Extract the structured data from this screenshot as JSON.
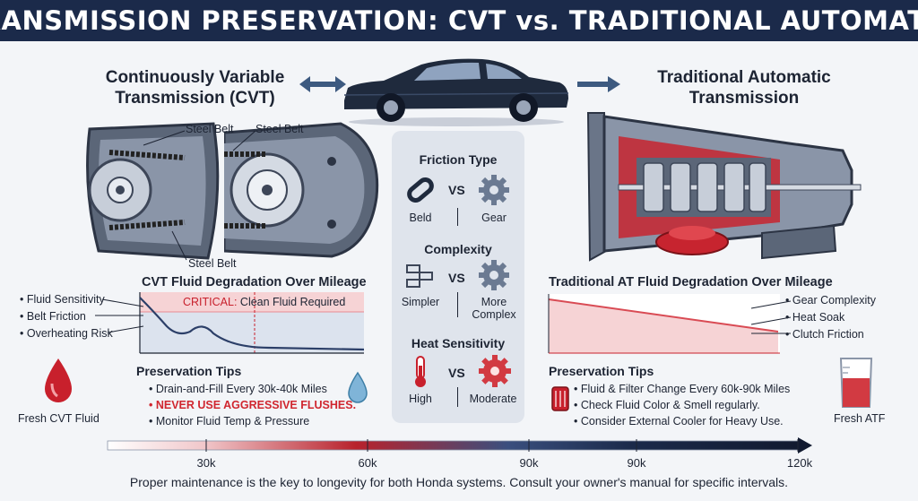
{
  "header": {
    "title": "TRANSMISSION PRESERVATION: CVT vs. TRADITIONAL AUTOMATIC"
  },
  "cvt": {
    "title_line1": "Continuously Variable",
    "title_line2": "Transmission (CVT)",
    "labels": {
      "belt1": "Steel Belt",
      "belt2": "Steel Belt",
      "belt3": "Steel Belt"
    },
    "chart": {
      "title": "CVT Fluid Degradation Over Mileage",
      "critical_prefix": "CRITICAL:",
      "critical_text": " Clean Fluid Required",
      "factors": [
        "Fluid Sensitivity",
        "Belt Friction",
        "Overheating Risk"
      ]
    },
    "tips": {
      "title": "Preservation Tips",
      "items": [
        "Drain-and-Fill Every 30k-40k Miles",
        "NEVER USE AGGRESSIVE FLUSHES.",
        "Monitor Fluid Temp & Pressure"
      ]
    },
    "fluid_label": "Fresh CVT Fluid"
  },
  "at": {
    "title_line1": "Traditional Automatic",
    "title_line2": "Transmission",
    "chart": {
      "title": "Traditional AT Fluid Degradation Over Mileage",
      "factors": [
        "Gear Complexity",
        "Heat Soak",
        "Clutch Friction"
      ]
    },
    "tips": {
      "title": "Preservation Tips",
      "items": [
        "Fluid & Filter Change Every 60k-90k Miles",
        "Check Fluid Color & Smell regularly.",
        "Consider External Cooler for Heavy Use."
      ]
    },
    "fluid_label": "Fresh ATF"
  },
  "compare": {
    "friction": {
      "title": "Friction Type",
      "vs": "VS",
      "left": "Beld",
      "right": "Gear"
    },
    "complexity": {
      "title": "Complexity",
      "vs": "VS",
      "left": "Simpler",
      "right_line1": "More",
      "right_line2": "Complex"
    },
    "heat": {
      "title": "Heat Sensitivity",
      "vs": "VS",
      "left": "High",
      "right": "Moderate"
    }
  },
  "mileage": {
    "ticks": [
      "30k",
      "60k",
      "90k",
      "90k",
      "120k"
    ]
  },
  "footer": {
    "text": "Proper maintenance is the key to longevity for both Honda systems. Consult your owner's manual for specific intervals."
  },
  "colors": {
    "navy": "#1b2a4a",
    "red": "#c8202c",
    "panel": "#dfe4ec",
    "chart_fill": "#f6d3d5"
  }
}
